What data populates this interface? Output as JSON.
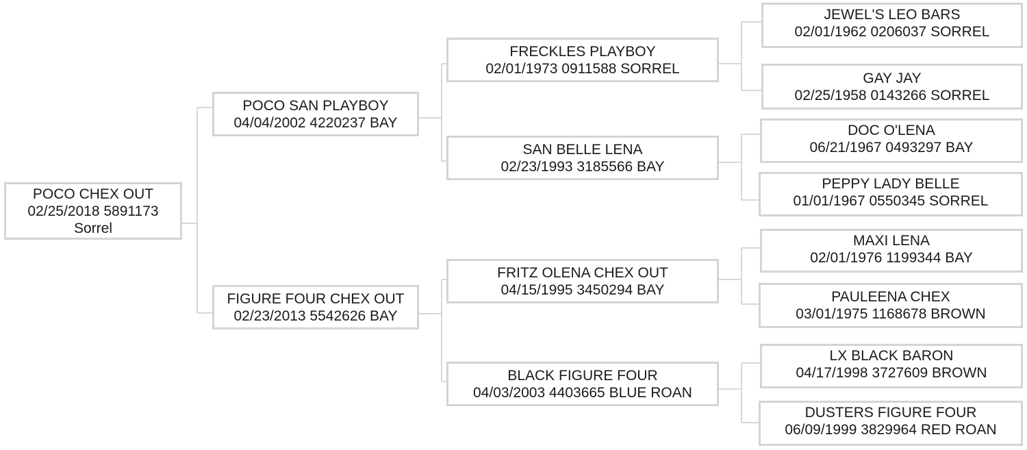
{
  "pedigree": {
    "root": {
      "name": "POCO CHEX OUT",
      "line2": "02/25/2018 5891173",
      "line3": "Sorrel"
    },
    "sire": {
      "name": "POCO SAN PLAYBOY",
      "details": "04/04/2002 4220237 BAY"
    },
    "dam": {
      "name": "FIGURE FOUR CHEX OUT",
      "details": "02/23/2013 5542626 BAY"
    },
    "sire_sire": {
      "name": "FRECKLES PLAYBOY",
      "details": "02/01/1973 0911588 SORREL"
    },
    "sire_dam": {
      "name": "SAN BELLE LENA",
      "details": "02/23/1993 3185566 BAY"
    },
    "dam_sire": {
      "name": "FRITZ OLENA CHEX OUT",
      "details": "04/15/1995 3450294 BAY"
    },
    "dam_dam": {
      "name": "BLACK FIGURE FOUR",
      "details": "04/03/2003 4403665 BLUE ROAN"
    },
    "g3": [
      {
        "name": "JEWEL'S LEO BARS",
        "details": "02/01/1962 0206037 SORREL"
      },
      {
        "name": "GAY JAY",
        "details": "02/25/1958 0143266 SORREL"
      },
      {
        "name": "DOC O'LENA",
        "details": "06/21/1967 0493297 BAY"
      },
      {
        "name": "PEPPY LADY BELLE",
        "details": "01/01/1967 0550345 SORREL"
      },
      {
        "name": "MAXI LENA",
        "details": "02/01/1976 1199344 BAY"
      },
      {
        "name": "PAULEENA CHEX",
        "details": "03/01/1975 1168678 BROWN"
      },
      {
        "name": "LX BLACK BARON",
        "details": "04/17/1998 3727609 BROWN"
      },
      {
        "name": "DUSTERS FIGURE FOUR",
        "details": "06/09/1999 3829964 RED ROAN"
      }
    ]
  },
  "colors": {
    "box_border": "#d4d4d4",
    "connector": "#cccccc",
    "text": "#1a1a1a"
  }
}
